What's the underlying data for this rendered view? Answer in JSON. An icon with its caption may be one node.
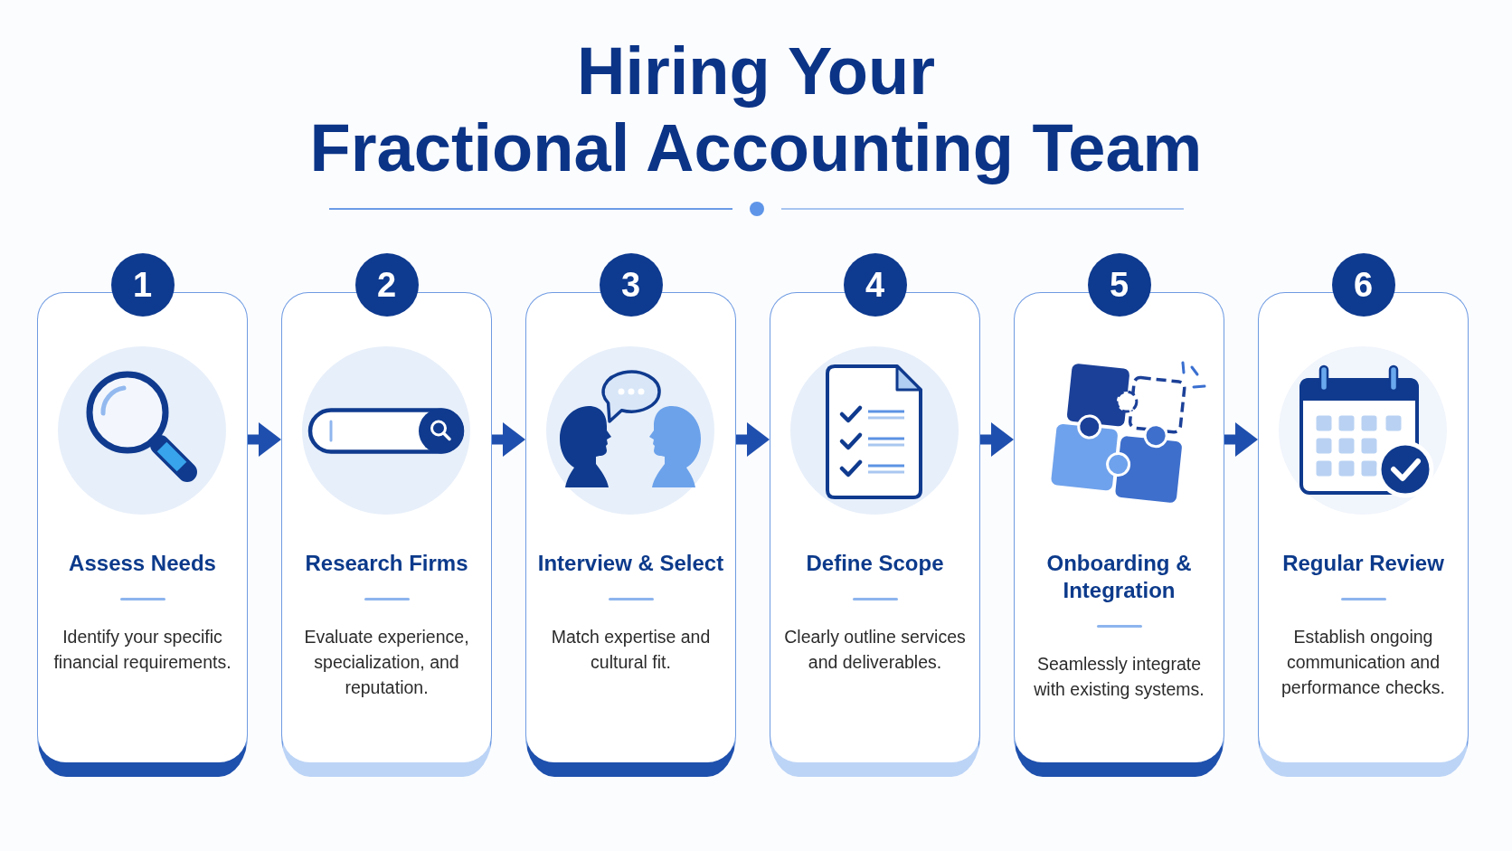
{
  "diagram": {
    "title": "Hiring Your Fractional Accounting Team",
    "nodes": [
      {
        "text": [
          "1"
        ]
      },
      {
        "text": [
          "Assess Needs",
          "Identify your specific financial requirements."
        ]
      },
      {
        "text": [
          "2"
        ]
      },
      {
        "text": [
          "Research Firms",
          "Evaluate experience, specialization, and reputation."
        ]
      },
      {
        "text": [
          "3"
        ]
      },
      {
        "text": [
          "Interview & Select",
          "Match expertise and cultural fit."
        ]
      },
      {
        "text": [
          "4"
        ]
      },
      {
        "text": [
          "Define Scope",
          "Clearly outline services and deliverables."
        ]
      },
      {
        "text": [
          "5"
        ]
      },
      {
        "text": [
          "Onboarding & Integration",
          "Seamlessly integrate with existing systems."
        ]
      },
      {
        "text": [
          "6"
        ]
      },
      {
        "text": [
          "Regular Review",
          "Establish ongoing communication and performance checks."
        ]
      }
    ],
    "edges": [
      {
        "from": 1,
        "to": 3,
        "arrow": "to"
      },
      {
        "from": 3,
        "to": 5,
        "arrow": "to"
      },
      {
        "from": 5,
        "to": 7,
        "arrow": "to"
      },
      {
        "from": 7,
        "to": 9,
        "arrow": "to"
      },
      {
        "from": 9,
        "to": 11,
        "arrow": "to"
      }
    ]
  }
}
